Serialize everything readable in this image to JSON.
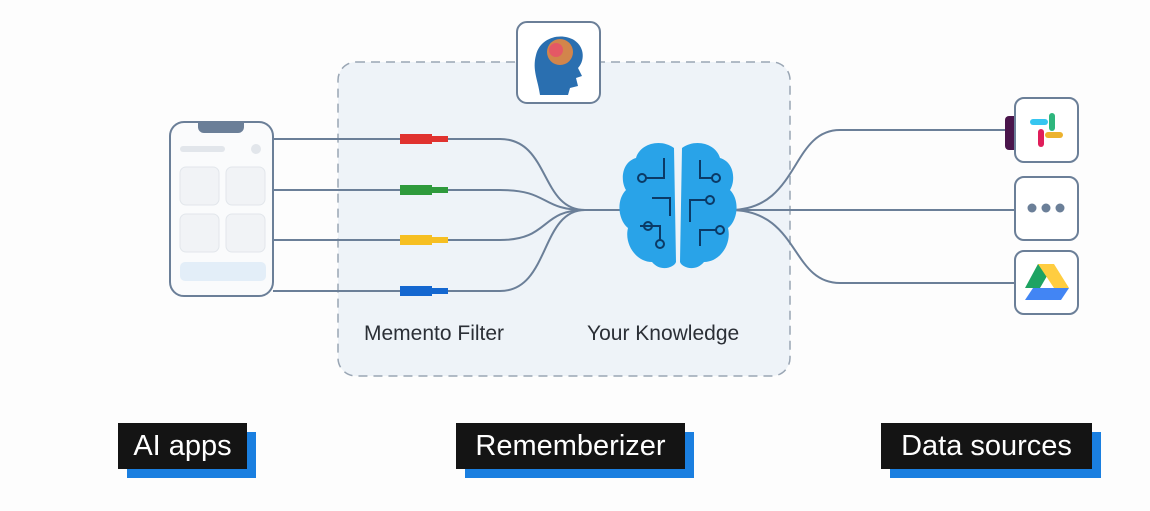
{
  "labels": {
    "filter": "Memento Filter",
    "knowledge": "Your Knowledge"
  },
  "tags": {
    "ai_apps": "AI apps",
    "rememberizer": "Rememberizer",
    "data_sources": "Data sources"
  },
  "filter_plugs": [
    {
      "color": "#e0322f"
    },
    {
      "color": "#2f9a3c"
    },
    {
      "color": "#f6bf22"
    },
    {
      "color": "#1467d0"
    }
  ],
  "data_sources": [
    "slack-icon",
    "more-icon",
    "google-drive-icon"
  ],
  "colors": {
    "line": "#6b7f98",
    "brain": "#29a3e8",
    "accent": "#1a7fe0"
  }
}
